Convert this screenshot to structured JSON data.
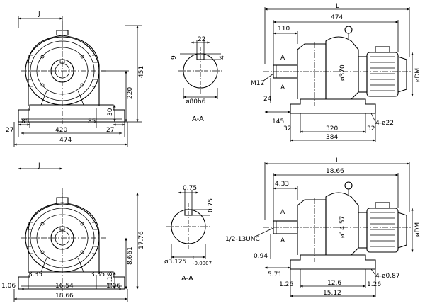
{
  "metric": {
    "front": {
      "j": "J",
      "h_451": "451",
      "h_220": "220",
      "h_30": "30",
      "w_85_left": "85",
      "w_85_right": "85",
      "w_420": "420",
      "w_27_left": "27",
      "w_27_right": "27",
      "w_474": "474"
    },
    "section": {
      "w_22": "22",
      "h_4": "4",
      "h_9": "9",
      "dia": "ø80h6",
      "label": "A-A"
    },
    "side": {
      "L": "L",
      "w_474": "474",
      "w_110": "110",
      "dia_370": "ø370",
      "dia_dm": "øDM",
      "m12": "M12",
      "h_24": "24",
      "w_145": "145",
      "hole": "4-ø22",
      "w_32_left": "32",
      "w_320": "320",
      "w_32_right": "32",
      "w_384": "384",
      "sec_a_top": "A",
      "sec_a_bot": "A"
    }
  },
  "imperial": {
    "front": {
      "j": "J",
      "h_1776": "17.76",
      "h_8661": "8.661",
      "h_118": "1.18",
      "w_335_left": "3.35",
      "w_335_right": "3.35",
      "w_1654": "16.54",
      "w_106_left": "1.06",
      "w_106_right": "1.06",
      "w_1866": "18.66"
    },
    "section": {
      "w_075": "0.75",
      "h_075": "0.75",
      "dia": "ø3.125",
      "tol": "-0.0007",
      "tol0": "0",
      "label": "A-A"
    },
    "side": {
      "L": "L",
      "w_1866": "18.66",
      "w_433": "4.33",
      "dia_1457": "ø14.57",
      "dia_dm": "øDM",
      "thread": "1/2-13UNC",
      "h_094": "0.94",
      "w_571": "5.71",
      "hole": "4-ø0.87",
      "w_126_left": "1.26",
      "w_126": "12.6",
      "w_126_right": "1.26",
      "w_1512": "15.12",
      "sec_a_top": "A",
      "sec_a_bot": "A"
    }
  }
}
